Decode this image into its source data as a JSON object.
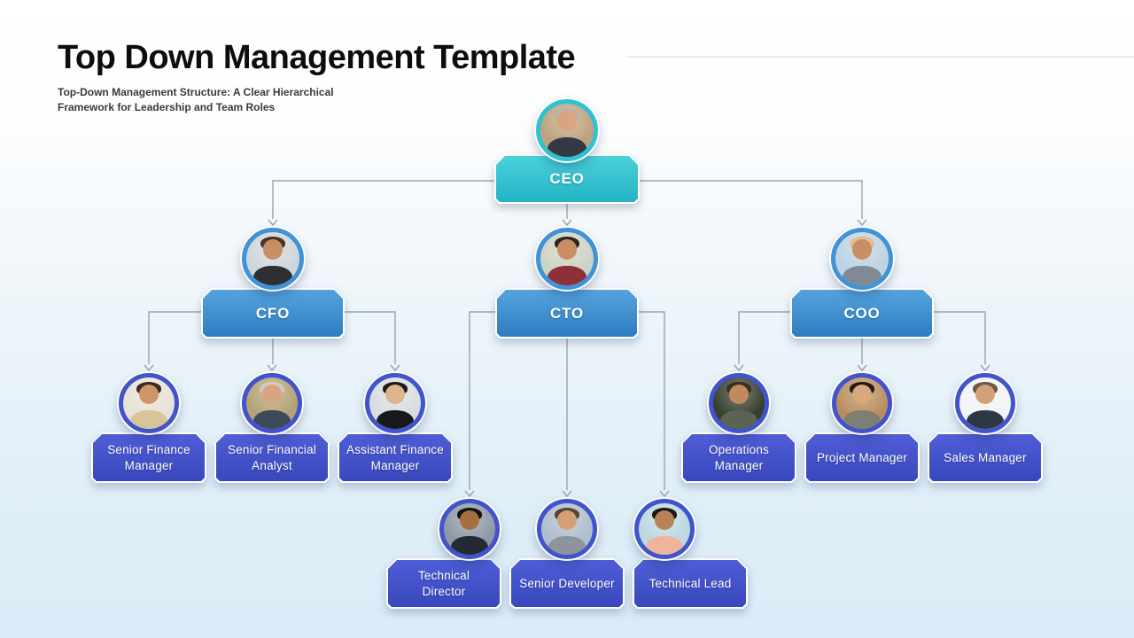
{
  "page": {
    "title": "Top Down Management Template",
    "subtitle_line1": "Top-Down Management Structure: A Clear Hierarchical",
    "subtitle_line2": "Framework for Leadership and Team Roles"
  },
  "colors": {
    "background_top": "#ffffff",
    "background_bottom": "#d9ecf7",
    "connector": "#9aa3ad",
    "title_text": "#0d0d0d",
    "subtitle_text": "#3a3a3a",
    "divider": "#ececef",
    "box_text": "#ffffff",
    "levels": [
      {
        "name": "executive",
        "ring": "#2fc2d0",
        "fill_top": "#4ad2db",
        "fill_bottom": "#23b2c4"
      },
      {
        "name": "c-suite",
        "ring": "#3f93d6",
        "fill_top": "#55a3dd",
        "fill_bottom": "#2d7cc0"
      },
      {
        "name": "manager",
        "ring": "#4254cb",
        "fill_top": "#4f5ed7",
        "fill_bottom": "#3847bc"
      }
    ]
  },
  "org": {
    "nodes": [
      {
        "id": "ceo",
        "label": "CEO",
        "level": 1,
        "reports_to": null,
        "avatar": {
          "bg": "#bfa27d",
          "skin": "#d9a57e",
          "hair": "#b9b3a8",
          "shirt": "#333a45"
        }
      },
      {
        "id": "cfo",
        "label": "CFO",
        "level": 2,
        "reports_to": "CEO",
        "avatar": {
          "bg": "#cfd6da",
          "skin": "#c98e63",
          "hair": "#4a3527",
          "shirt": "#2e2e33"
        }
      },
      {
        "id": "cto",
        "label": "CTO",
        "level": 2,
        "reports_to": "CEO",
        "avatar": {
          "bg": "#cdd3c4",
          "skin": "#c98e63",
          "hair": "#2f2420",
          "shirt": "#8e3038"
        }
      },
      {
        "id": "coo",
        "label": "COO",
        "level": 2,
        "reports_to": "CEO",
        "avatar": {
          "bg": "#bcd3e2",
          "skin": "#c98e63",
          "hair": "#dcc18c",
          "shirt": "#7f8a94"
        }
      },
      {
        "id": "sfm",
        "label": "Senior Finance Manager",
        "level": 3,
        "reports_to": "CFO",
        "avatar": {
          "bg": "#e8e2d8",
          "skin": "#cf9468",
          "hair": "#3a2b22",
          "shirt": "#d8c49a"
        }
      },
      {
        "id": "sfa",
        "label": "Senior Financial Analyst",
        "level": 3,
        "reports_to": "CFO",
        "avatar": {
          "bg": "#b4a274",
          "skin": "#d9a57e",
          "hair": "#cfcac2",
          "shirt": "#3c4a5a"
        }
      },
      {
        "id": "afm",
        "label": "Assistant Finance Manager",
        "level": 3,
        "reports_to": "CFO",
        "avatar": {
          "bg": "#d8dde2",
          "skin": "#e0b48c",
          "hair": "#1d1a18",
          "shirt": "#17181c"
        }
      },
      {
        "id": "td",
        "label": "Technical Director",
        "level": 3,
        "reports_to": "CTO",
        "avatar": {
          "bg": "#8f98a6",
          "skin": "#a5703f",
          "hair": "#14120f",
          "shirt": "#232a36"
        }
      },
      {
        "id": "sd",
        "label": "Senior Developer",
        "level": 3,
        "reports_to": "CTO",
        "avatar": {
          "bg": "#aebecb",
          "skin": "#d6a077",
          "hair": "#5a4330",
          "shirt": "#8d949c"
        }
      },
      {
        "id": "tl",
        "label": "Technical Lead",
        "level": 3,
        "reports_to": "CTO",
        "avatar": {
          "bg": "#bcd8e0",
          "skin": "#b98257",
          "hair": "#20180f",
          "shirt": "#f0b49a"
        }
      },
      {
        "id": "om",
        "label": "Operations Manager",
        "level": 3,
        "reports_to": "COO",
        "avatar": {
          "bg": "#37402e",
          "skin": "#c08a5f",
          "hair": "#3a2e24",
          "shirt": "#5d6352"
        }
      },
      {
        "id": "pm",
        "label": "Project Manager",
        "level": 3,
        "reports_to": "COO",
        "avatar": {
          "bg": "#b98e5f",
          "skin": "#d8a87f",
          "hair": "#221a16",
          "shirt": "#7e7f72"
        }
      },
      {
        "id": "sm",
        "label": "Sales Manager",
        "level": 3,
        "reports_to": "COO",
        "avatar": {
          "bg": "#f2f4f5",
          "skin": "#d3a078",
          "hair": "#6e5a41",
          "shirt": "#2e3744"
        }
      }
    ]
  }
}
